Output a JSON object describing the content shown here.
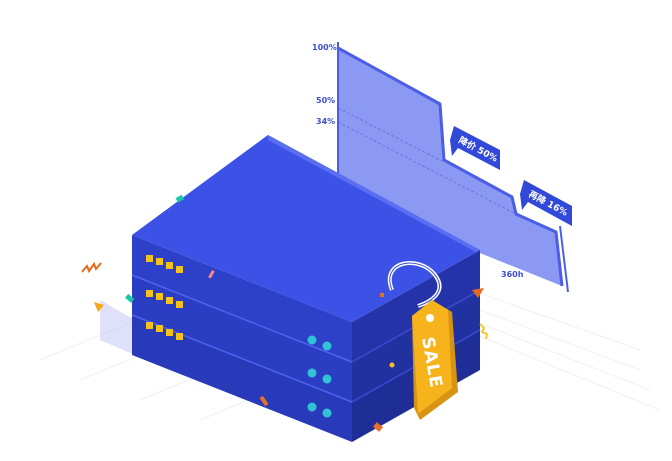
{
  "chart_data": {
    "type": "area",
    "y_tick_labels": [
      "100%",
      "50%",
      "34%"
    ],
    "x_tick_labels": [
      "360h"
    ],
    "annotations": [
      "降价 50%",
      "再降 16%"
    ],
    "steps": [
      100,
      50,
      34
    ]
  },
  "tag": {
    "label": "SALE"
  },
  "colors": {
    "server_top": "#3c52e6",
    "server_front": "#2d40c9",
    "server_side": "#2433a8",
    "chart_fill": "#6f80f0",
    "chart_line": "#4a5ee8",
    "tag": "#f6b31b",
    "led": "#f4c21b",
    "port": "#2ec4d6"
  },
  "icons": [
    "server-rack-icon",
    "price-tag-icon",
    "confetti-icon"
  ]
}
